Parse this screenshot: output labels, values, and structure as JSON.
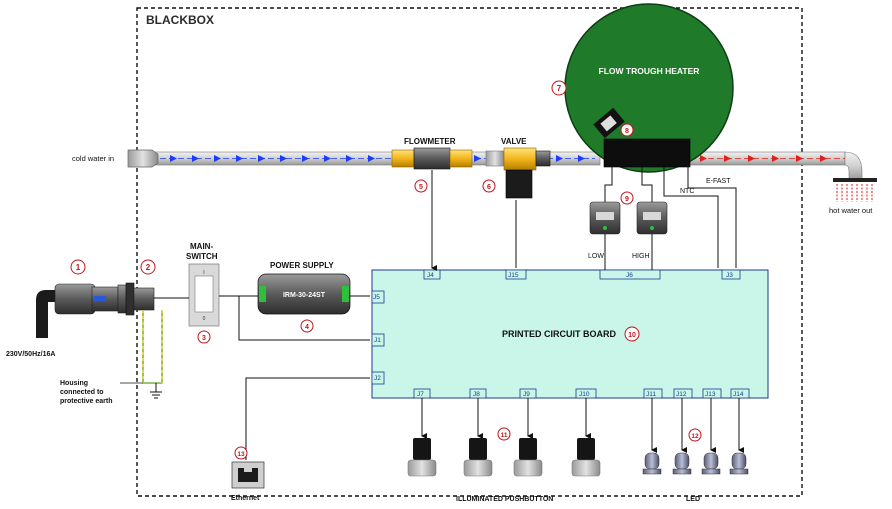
{
  "blackbox_label": "BLACKBOX",
  "cold_water_in": "cold water in",
  "hot_water_out": "hot water out",
  "flowmeter_label": "FLOWMETER",
  "valve_label": "VALVE",
  "heater_label": "FLOW TROUGH HEATER",
  "main_switch_line1": "MAIN-",
  "main_switch_line2": "SWITCH",
  "switch_top_mark": "I",
  "switch_bottom_mark": "0",
  "power_supply_label": "POWER SUPPLY",
  "psu_model": "IRM-30-24ST",
  "pcb_label": "PRINTED CIRCUIT BOARD",
  "mains_rating": "230V/50Hz/16A",
  "housing_line1": "Housing",
  "housing_line2": "connected to",
  "housing_line3": "protective earth",
  "ntc_label": "NTC",
  "efast_label": "E-FAST",
  "low_label": "LOW",
  "high_label": "HIGH",
  "ethernet_label": "Ethernet",
  "pushbutton_label": "ILLUMINATED PUSHBUTTON",
  "led_label": "LED",
  "connectors": {
    "j4": "J4",
    "j15": "J15",
    "j6": "J6",
    "j3": "J3",
    "j5": "J5",
    "j1": "J1",
    "j2": "J2",
    "j7": "J7",
    "j8": "J8",
    "j9": "J9",
    "j10": "J10",
    "j11": "J11",
    "j12": "J12",
    "j13": "J13",
    "j14": "J14"
  },
  "callouts": {
    "n1": "1",
    "n2": "2",
    "n3": "3",
    "n4": "4",
    "n5": "5",
    "n6": "6",
    "n7": "7",
    "n8": "8",
    "n9": "9",
    "n10": "10",
    "n11": "11",
    "n12": "12",
    "n13": "13"
  },
  "colors": {
    "heater_green": "#1f7a2a",
    "pcb_fill": "#c9f6e8",
    "psu_accent": "#2fbf3a",
    "cold_arrow": "#1a3cff",
    "hot_arrow": "#e0201a",
    "callout_red": "#c0151b",
    "connector_blue": "#1a3b8f"
  }
}
